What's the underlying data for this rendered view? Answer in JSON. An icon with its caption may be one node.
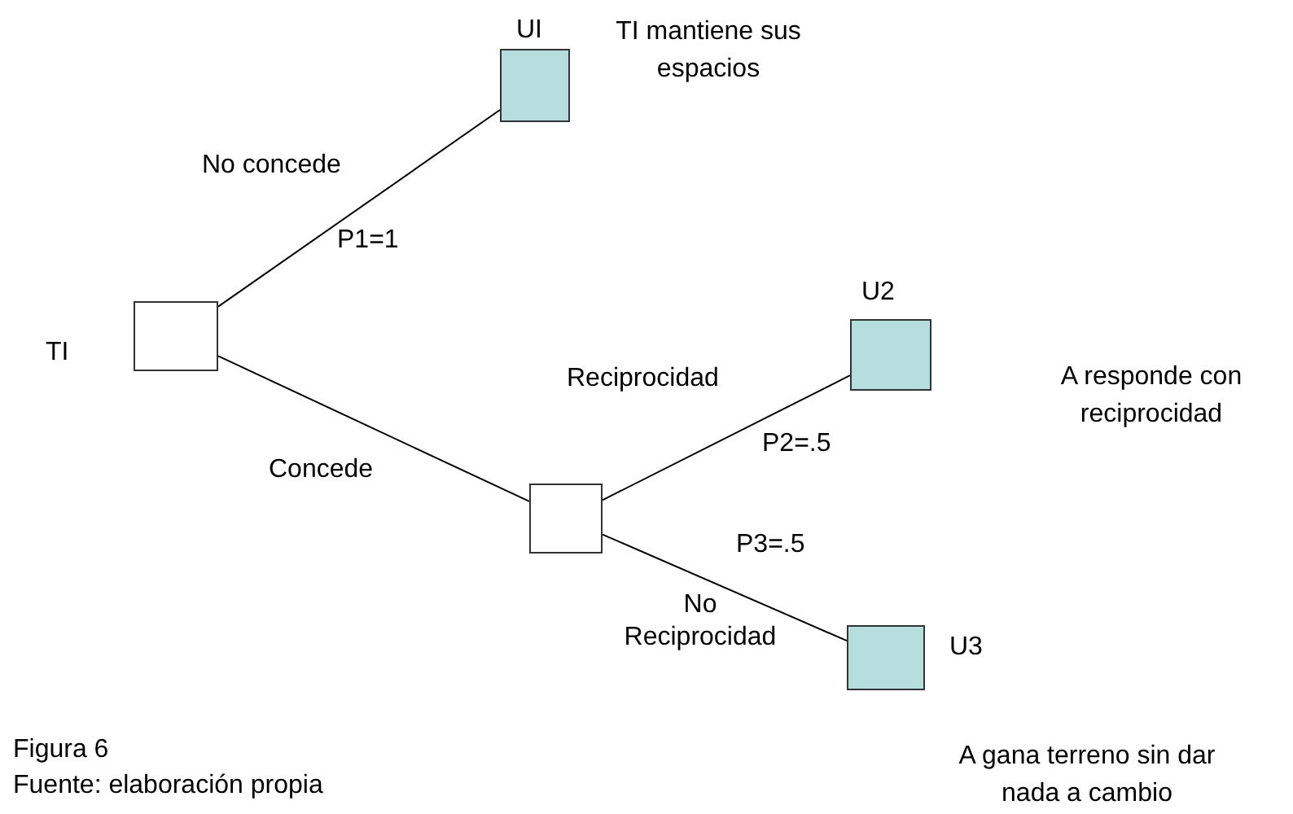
{
  "diagram": {
    "nodes": [
      {
        "text": [],
        "shape": "box",
        "beside": [
          "TI"
        ]
      },
      {
        "text": [
          "UI"
        ],
        "beside": [
          "TI mantiene sus espacios"
        ]
      },
      {
        "text": [],
        "shape": "box"
      },
      {
        "text": [
          "U2"
        ]
      },
      {
        "text": [
          "U3"
        ],
        "beside": [
          "A gana terreno sin dar nada a cambio"
        ]
      }
    ],
    "edges": [
      {
        "from": 0,
        "to": 1,
        "arrow": "none",
        "label": "No concede"
      },
      {
        "from": 0,
        "to": 2,
        "arrow": "none",
        "label": "Concede"
      },
      {
        "from": 2,
        "to": 3,
        "arrow": "none",
        "label": "Reciprocidad"
      },
      {
        "from": 2,
        "to": 4,
        "arrow": "none",
        "label": "No Reciprocidad"
      }
    ],
    "labels": [
      "A responde con reciprocidad",
      "P1=1",
      "P2=.5",
      "P3=.5",
      "Figura 6",
      "Fuente: elaboración propia"
    ]
  }
}
